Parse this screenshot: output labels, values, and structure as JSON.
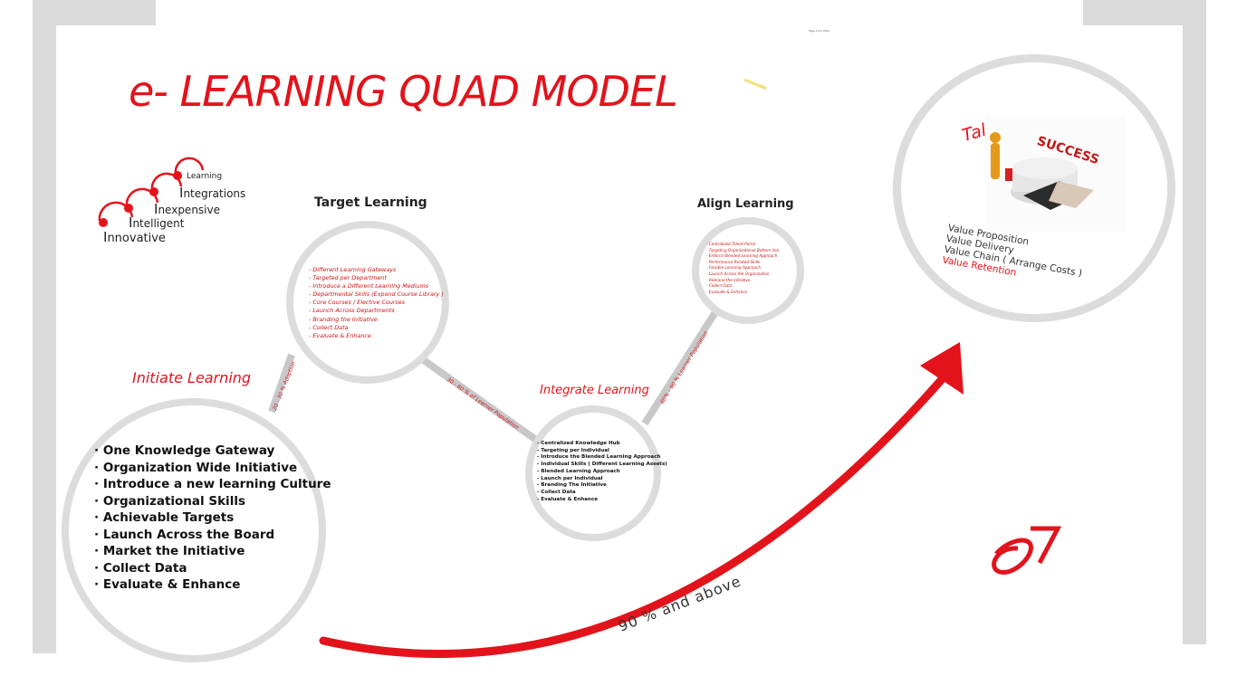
{
  "title": "e- LEARNING QUAD MODEL",
  "top_note": "Page 1 of 1  2014",
  "logo": {
    "words": [
      {
        "cap": "L",
        "rest": "earning"
      },
      {
        "cap": "I",
        "rest": "ntegrations"
      },
      {
        "cap": "I",
        "rest": "nexpensive"
      },
      {
        "cap": "I",
        "rest": "ntelligent"
      },
      {
        "cap": "I",
        "rest": "nnovative"
      }
    ]
  },
  "stages": {
    "initiate": {
      "label": "Initiate Learning",
      "items": [
        "One Knowledge Gateway",
        "Organization Wide Initiative",
        "Introduce a new learning Culture",
        "Organizational Skills",
        "Achievable Targets",
        "Launch Across the Board",
        "Market the Initiative",
        "Collect Data",
        "Evaluate & Enhance"
      ]
    },
    "target": {
      "heading": "Target Learning",
      "items": [
        "Different Learning Gateways",
        "Targeted per Department",
        "Introduce a Different Learning Mediums",
        "Departmental Skills (Expand Course Library )",
        "Core Courses / Elective Courses",
        "Launch Across Departments",
        "Branding the Initiative",
        "Collect Data",
        "Evaluate & Enhance"
      ]
    },
    "integrate": {
      "label": "Integrate Learning",
      "items": [
        "Centralized Knowledge Hub",
        "Targeting per Individual",
        "Introduce the Blended Learning Approach",
        "Individual Skills ( Different Learning Assets)",
        "Blended Learning Approach",
        "Launch per Individual",
        "Branding The Initiative",
        "Collect Data",
        "Evaluate & Enhance"
      ]
    },
    "align": {
      "heading": "Align Learning",
      "items": [
        "Centralized Talent Portal",
        "Targeting Organizational Bottom line",
        "Enforce Blended Learning Approach",
        "Performance Related Skills",
        "Flexible Learning Approach",
        "Launch Across the Organization",
        "Rebrand the Initiative",
        "Collect Data",
        "Evaluate & Enhance"
      ]
    }
  },
  "connectors": {
    "c1": "20 - 30 % Adoption",
    "c2": "30 - 60 % of Learner Population",
    "c3": "60% - 90 % Learner Population"
  },
  "talent": {
    "label": "Talent",
    "image_text": "SUCCESS",
    "values": [
      "Value Proposition",
      "Value Delivery",
      "Value Chain ( Arrange Costs )"
    ],
    "retention": "Value Retention"
  },
  "arrow_label": "90 % and above",
  "colors": {
    "accent": "#e3131b",
    "ring": "#dcdcdc",
    "frame": "#dadada"
  }
}
